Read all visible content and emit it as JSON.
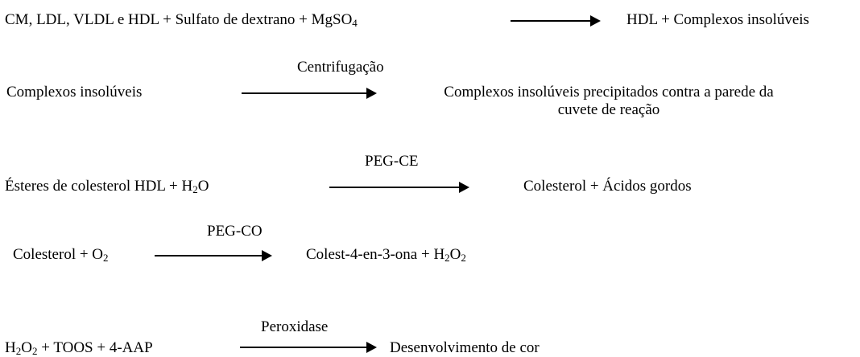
{
  "reactions": [
    {
      "left_parts": [
        "CM, LDL, VLDL e HDL + Sulfato de dextrano + MgSO",
        "4"
      ],
      "label": "",
      "right": "HDL + Complexos insolúveis"
    },
    {
      "left": "Complexos insolúveis",
      "label": "Centrifugação",
      "right_line1": "Complexos insolúveis precipitados contra a parede da",
      "right_line2": "cuvete de reação"
    },
    {
      "left_parts": [
        "Ésteres de colesterol HDL + H",
        "2",
        "O"
      ],
      "label": "PEG-CE",
      "right": "Colesterol + Ácidos gordos"
    },
    {
      "left_parts": [
        "Colesterol + O",
        "2"
      ],
      "label": "PEG-CO",
      "right_parts": [
        "Colest-4-en-3-ona + H",
        "2",
        "O",
        "2"
      ]
    },
    {
      "left_parts": [
        "H",
        "2",
        "O",
        "2",
        " + TOOS + 4-AAP"
      ],
      "label": "Peroxidase",
      "right": "Desenvolvimento de cor"
    }
  ]
}
